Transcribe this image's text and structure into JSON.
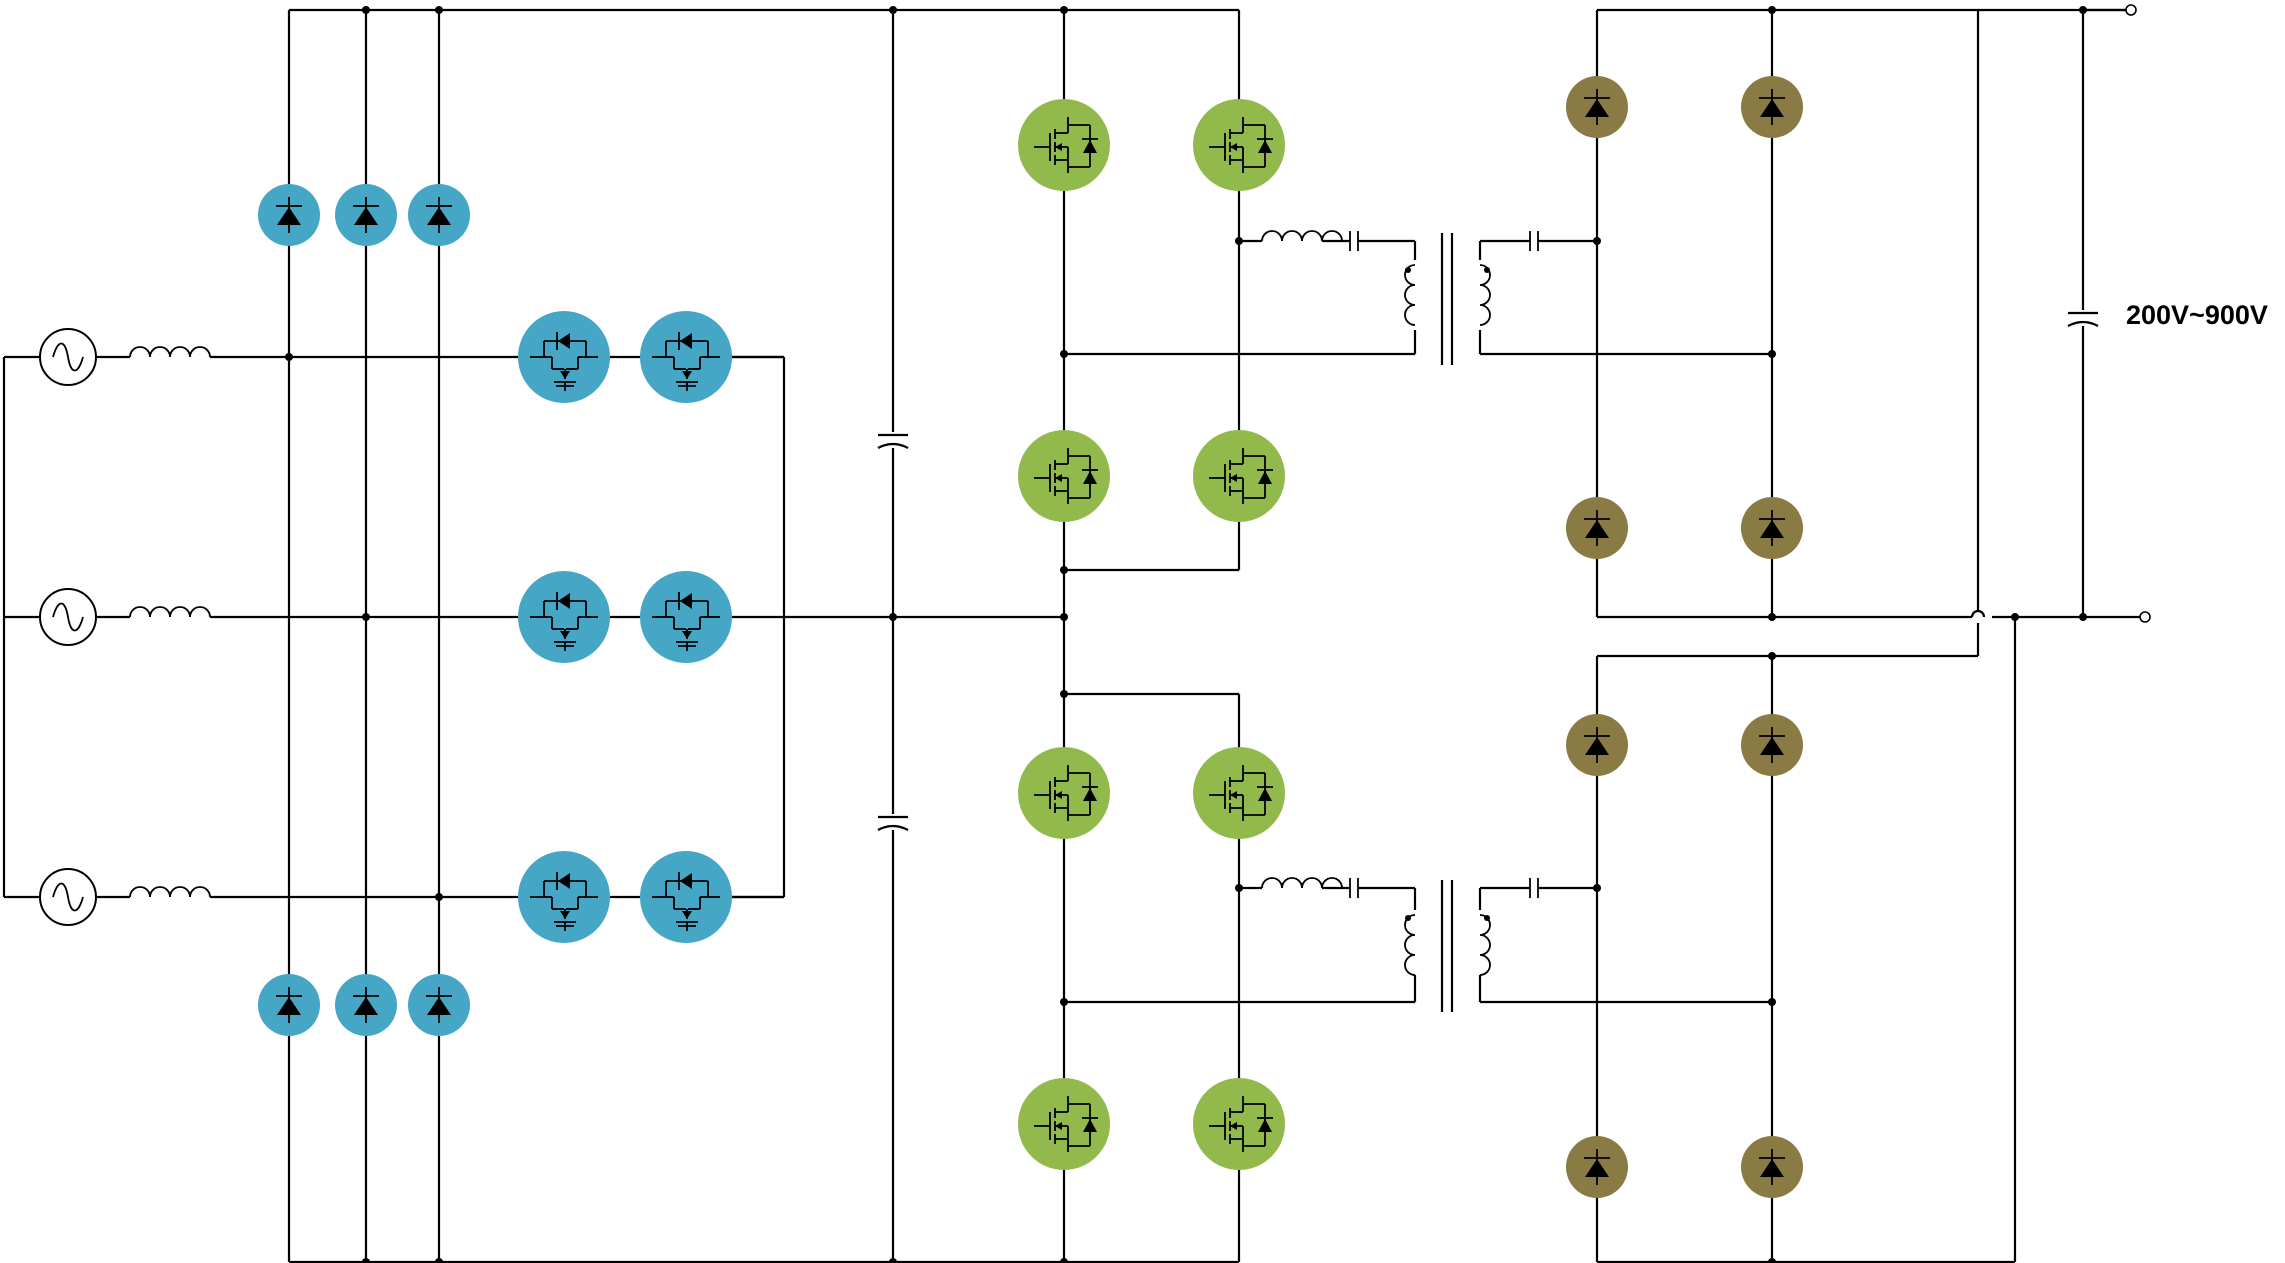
{
  "diagram": {
    "output_voltage_label": "200V~900V",
    "colors": {
      "pfc_stage": "#46a6c6",
      "llc_switches": "#92b94c",
      "output_rectifier": "#8a7b45",
      "wire": "#000000"
    },
    "components": {
      "ac_sources": 3,
      "input_inductors": 3,
      "input_diodes": 6,
      "bidirectional_switches": 6,
      "dc_link_capacitors": 2,
      "llc_mosfets": 8,
      "resonant_inductors": 2,
      "resonant_capacitors": 4,
      "transformers": 2,
      "output_diodes": 8,
      "output_capacitors": 1
    }
  }
}
